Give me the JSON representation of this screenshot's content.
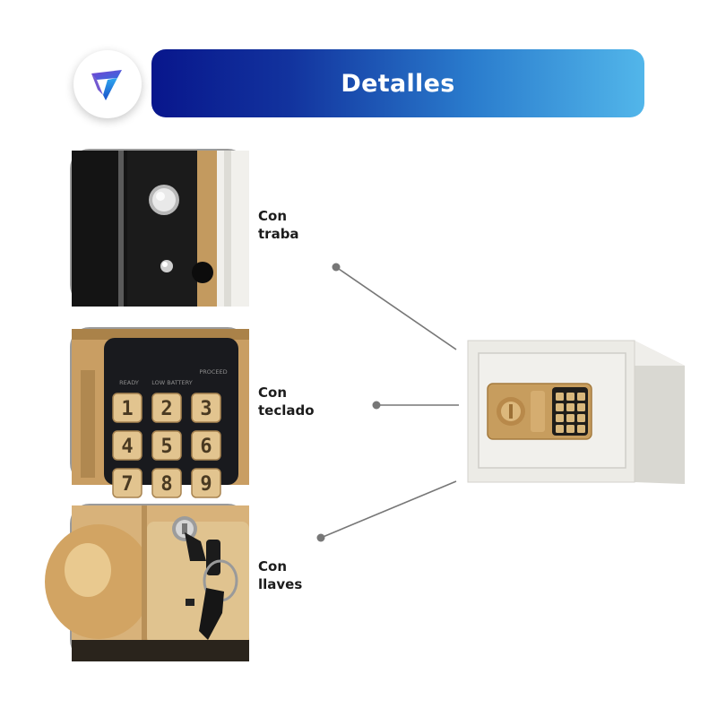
{
  "header": {
    "title": "Detalles"
  },
  "features": [
    {
      "label": "Con\ntraba"
    },
    {
      "label": "Con\nteclado"
    },
    {
      "label": "Con\nllaves"
    }
  ],
  "keypad": {
    "indicators": [
      "READY",
      "LOW BATTERY",
      "PROCEED"
    ],
    "keys": [
      "1",
      "2",
      "3",
      "4",
      "5",
      "6",
      "7",
      "8",
      "9"
    ]
  },
  "colors": {
    "gradient_start": "#08168c",
    "gradient_end": "#52b6ea",
    "gold": "#c9a064",
    "safe_body": "#e9e8e3",
    "connector": "#777777"
  }
}
